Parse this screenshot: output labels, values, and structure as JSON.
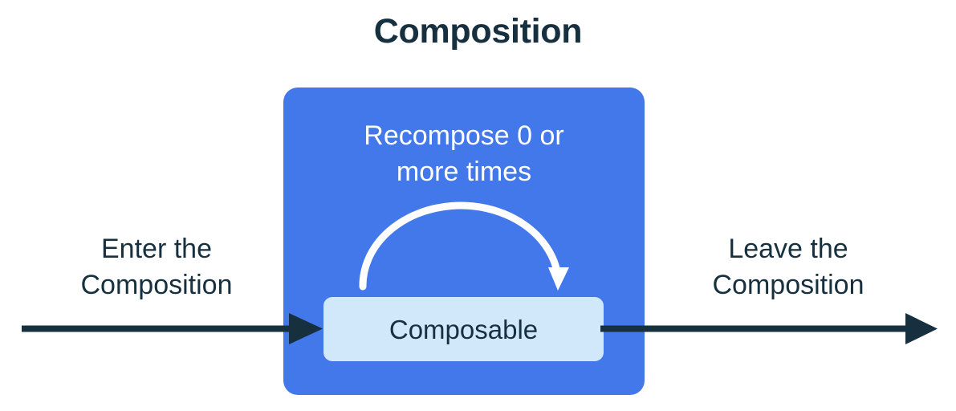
{
  "title": "Composition",
  "composition_box": {
    "recompose_caption": "Recompose 0 or\nmore times",
    "composable_label": "Composable",
    "loop_arrow_name": "recompose-loop-arrow"
  },
  "flow": {
    "enter_caption": "Enter the\nComposition",
    "leave_caption": "Leave the\nComposition"
  },
  "colors": {
    "background": "#ffffff",
    "composition_blue": "#4278ea",
    "composable_light_blue": "#d1e8fb",
    "ink_navy": "#16303f",
    "loop_arrow_white": "#ffffff"
  }
}
